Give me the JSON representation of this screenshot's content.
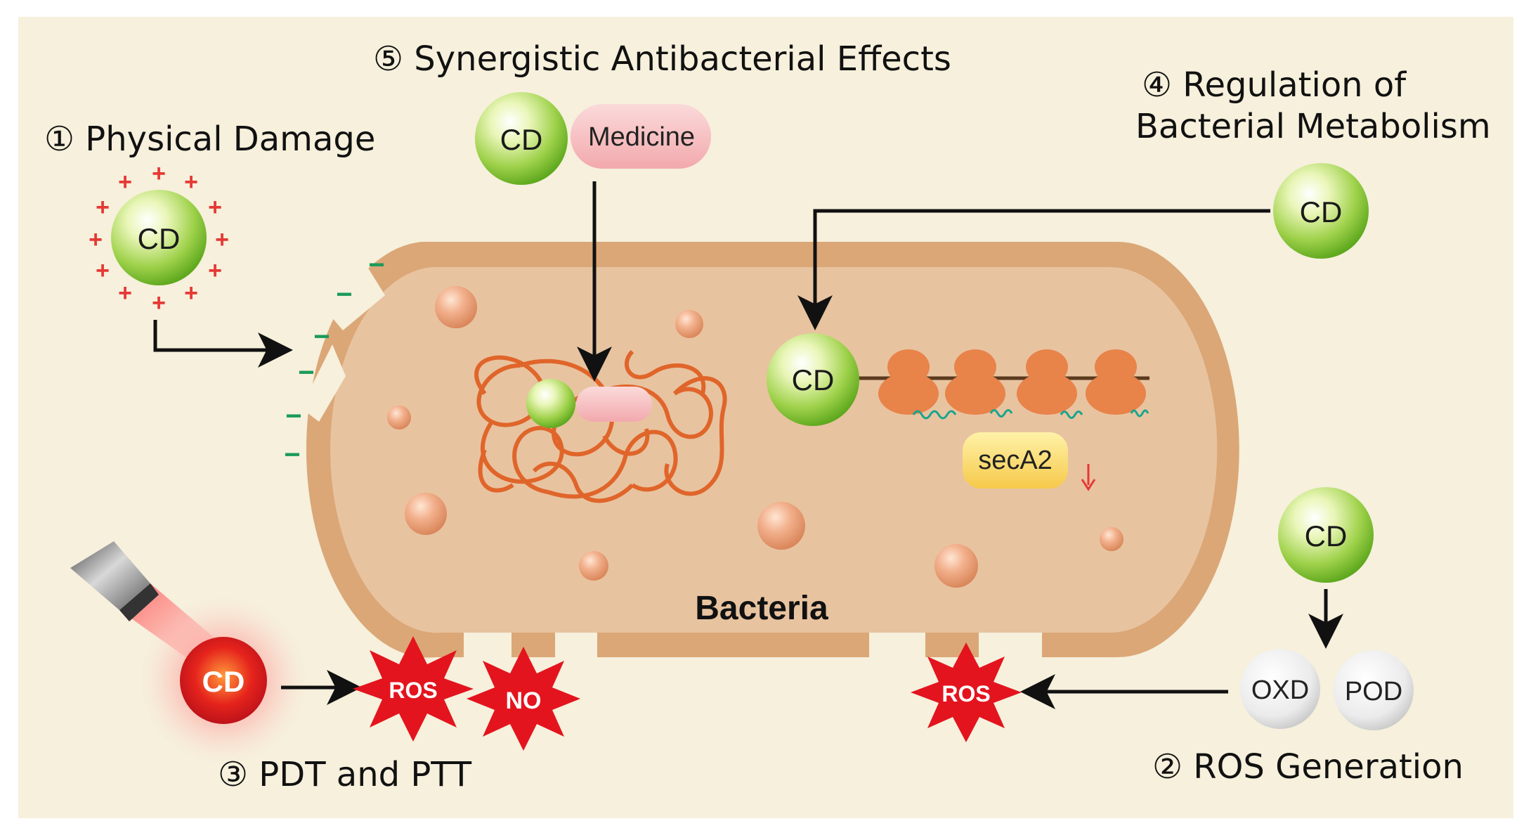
{
  "sections": {
    "physical_damage": "① Physical Damage",
    "ros_generation": "② ROS Generation",
    "pdt_ptt": "③ PDT and PTT",
    "metabolism_line1": "④ Regulation of",
    "metabolism_line2": "Bacterial Metabolism",
    "synergistic": "⑤ Synergistic Antibacterial Effects"
  },
  "labels": {
    "cd": "CD",
    "medicine": "Medicine",
    "bacteria": "Bacteria",
    "seca2": "secA2",
    "ros": "ROS",
    "no": "NO",
    "oxd": "OXD",
    "pod": "POD",
    "plus": "+",
    "minus": "−"
  },
  "colors": {
    "background": "#f6f0dc",
    "cell_wall": "#d9a572",
    "cytoplasm": "#e8c09a",
    "dna": "#e0652a",
    "cd_green": "#8cc63f",
    "medicine_pink": "#f6c1c1",
    "burst_red": "#e3141e",
    "charge_red": "#e53935",
    "charge_green": "#1a9a5a",
    "down_arrow_red": "#e53935"
  }
}
